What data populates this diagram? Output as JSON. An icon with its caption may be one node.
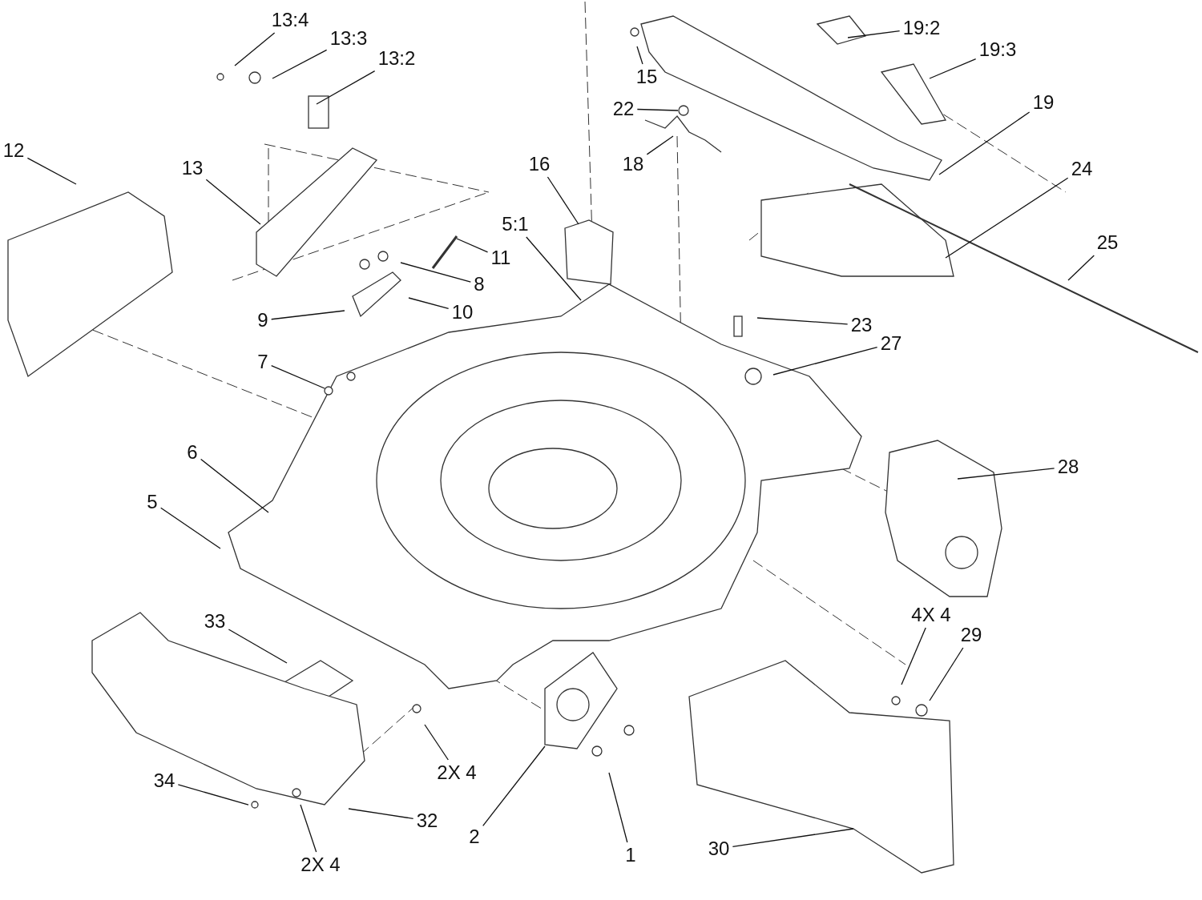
{
  "diagram": {
    "nodes": [
      {
        "text": [
          "13:4"
        ]
      },
      {
        "text": [
          "13:3"
        ]
      },
      {
        "text": [
          "13:2"
        ]
      },
      {
        "text": [
          "12"
        ]
      },
      {
        "text": [
          "13"
        ]
      },
      {
        "text": [
          "16"
        ]
      },
      {
        "text": [
          "5:1"
        ]
      },
      {
        "text": [
          "11"
        ]
      },
      {
        "text": [
          "8"
        ]
      },
      {
        "text": [
          "9"
        ]
      },
      {
        "text": [
          "10"
        ]
      },
      {
        "text": [
          "7"
        ]
      },
      {
        "text": [
          "15"
        ]
      },
      {
        "text": [
          "22"
        ]
      },
      {
        "text": [
          "18"
        ]
      },
      {
        "text": [
          "19:2"
        ]
      },
      {
        "text": [
          "19:3"
        ]
      },
      {
        "text": [
          "19"
        ]
      },
      {
        "text": [
          "24"
        ]
      },
      {
        "text": [
          "25"
        ]
      },
      {
        "text": [
          "23"
        ]
      },
      {
        "text": [
          "27"
        ]
      },
      {
        "text": [
          "6"
        ]
      },
      {
        "text": [
          "5"
        ]
      },
      {
        "text": [
          "28"
        ]
      },
      {
        "text": [
          "33"
        ]
      },
      {
        "text": [
          "4X 4"
        ]
      },
      {
        "text": [
          "29"
        ]
      },
      {
        "text": [
          "2X 4"
        ]
      },
      {
        "text": [
          "34"
        ]
      },
      {
        "text": [
          "32"
        ]
      },
      {
        "text": [
          "2X 4"
        ]
      },
      {
        "text": [
          "2"
        ]
      },
      {
        "text": [
          "1"
        ]
      },
      {
        "text": [
          "30"
        ]
      }
    ],
    "edges": [
      {
        "from": 0,
        "to": null,
        "arrow": "none"
      },
      {
        "from": 1,
        "to": null,
        "arrow": "none"
      },
      {
        "from": 2,
        "to": null,
        "arrow": "none"
      },
      {
        "from": 3,
        "to": null,
        "arrow": "none"
      },
      {
        "from": 4,
        "to": null,
        "arrow": "none"
      },
      {
        "from": 5,
        "to": null,
        "arrow": "none"
      },
      {
        "from": 6,
        "to": null,
        "arrow": "none"
      },
      {
        "from": 7,
        "to": null,
        "arrow": "none"
      },
      {
        "from": 8,
        "to": null,
        "arrow": "none"
      },
      {
        "from": 9,
        "to": null,
        "arrow": "none"
      },
      {
        "from": 10,
        "to": null,
        "arrow": "none"
      },
      {
        "from": 11,
        "to": null,
        "arrow": "none"
      },
      {
        "from": 12,
        "to": null,
        "arrow": "none"
      },
      {
        "from": 13,
        "to": null,
        "arrow": "none"
      },
      {
        "from": 14,
        "to": null,
        "arrow": "none"
      },
      {
        "from": 15,
        "to": null,
        "arrow": "none"
      },
      {
        "from": 16,
        "to": null,
        "arrow": "none"
      },
      {
        "from": 17,
        "to": null,
        "arrow": "none"
      },
      {
        "from": 18,
        "to": null,
        "arrow": "none"
      },
      {
        "from": 19,
        "to": null,
        "arrow": "none"
      },
      {
        "from": 20,
        "to": null,
        "arrow": "none"
      },
      {
        "from": 21,
        "to": null,
        "arrow": "none"
      },
      {
        "from": 22,
        "to": null,
        "arrow": "none"
      },
      {
        "from": 23,
        "to": null,
        "arrow": "none"
      },
      {
        "from": 24,
        "to": null,
        "arrow": "none"
      },
      {
        "from": 25,
        "to": null,
        "arrow": "none"
      },
      {
        "from": 26,
        "to": null,
        "arrow": "none"
      },
      {
        "from": 27,
        "to": null,
        "arrow": "none"
      },
      {
        "from": 28,
        "to": null,
        "arrow": "none"
      },
      {
        "from": 29,
        "to": null,
        "arrow": "none"
      },
      {
        "from": 30,
        "to": null,
        "arrow": "none"
      },
      {
        "from": 31,
        "to": null,
        "arrow": "none"
      },
      {
        "from": 32,
        "to": null,
        "arrow": "none"
      },
      {
        "from": 33,
        "to": null,
        "arrow": "none"
      },
      {
        "from": 34,
        "to": null,
        "arrow": "none"
      }
    ]
  }
}
